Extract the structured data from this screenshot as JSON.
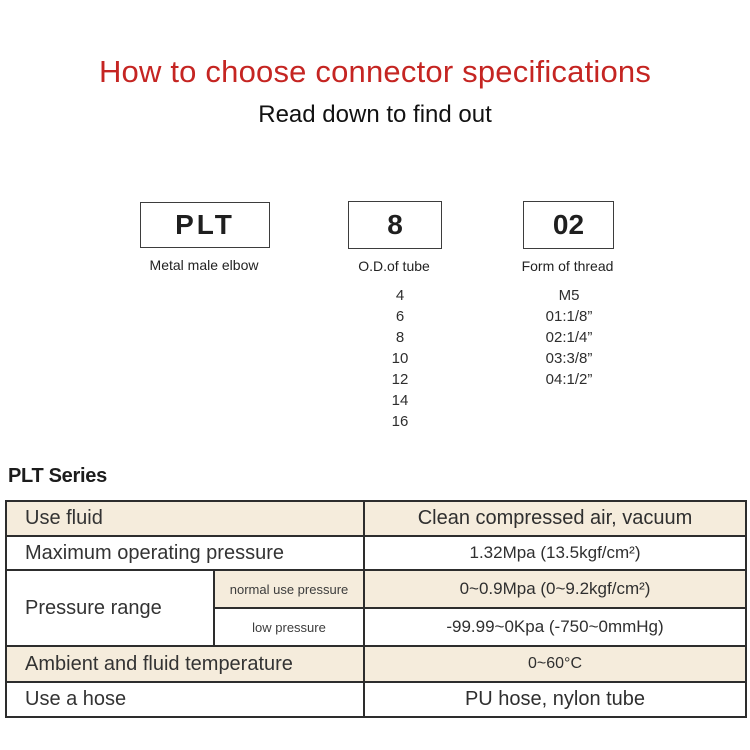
{
  "header": {
    "title": "How to choose connector specifications",
    "subtitle": "Read down to find out"
  },
  "colors": {
    "title_red": "#c52522",
    "table_row_beige": "#f5ecdc",
    "table_border": "#2d2d2d"
  },
  "part_number": {
    "segments": [
      {
        "code": "PLT",
        "label": "Metal male elbow"
      },
      {
        "code": "8",
        "label": "O.D.of tube"
      },
      {
        "code": "02",
        "label": "Form of thread"
      }
    ],
    "tube_sizes": [
      "4",
      "6",
      "8",
      "10",
      "12",
      "14",
      "16"
    ],
    "thread_forms": [
      "M5",
      "01:1/8”",
      "02:1/4”",
      "03:3/8”",
      "04:1/2”"
    ]
  },
  "series": {
    "heading": "PLT Series",
    "table": {
      "rows": [
        {
          "label": "Use fluid",
          "value": "Clean compressed air, vacuum"
        },
        {
          "label": "Maximum operating pressure",
          "value": "1.32Mpa (13.5kgf/cm²)"
        },
        {
          "label": "Pressure range",
          "sub_rows": [
            {
              "label": "normal use pressure",
              "value": "0~0.9Mpa (0~9.2kgf/cm²)"
            },
            {
              "label": "low pressure",
              "value": "-99.99~0Kpa (-750~0mmHg)"
            }
          ]
        },
        {
          "label": "Ambient and fluid temperature",
          "value": "0~60°C"
        },
        {
          "label": "Use a hose",
          "value": "PU hose, nylon tube"
        }
      ]
    }
  }
}
